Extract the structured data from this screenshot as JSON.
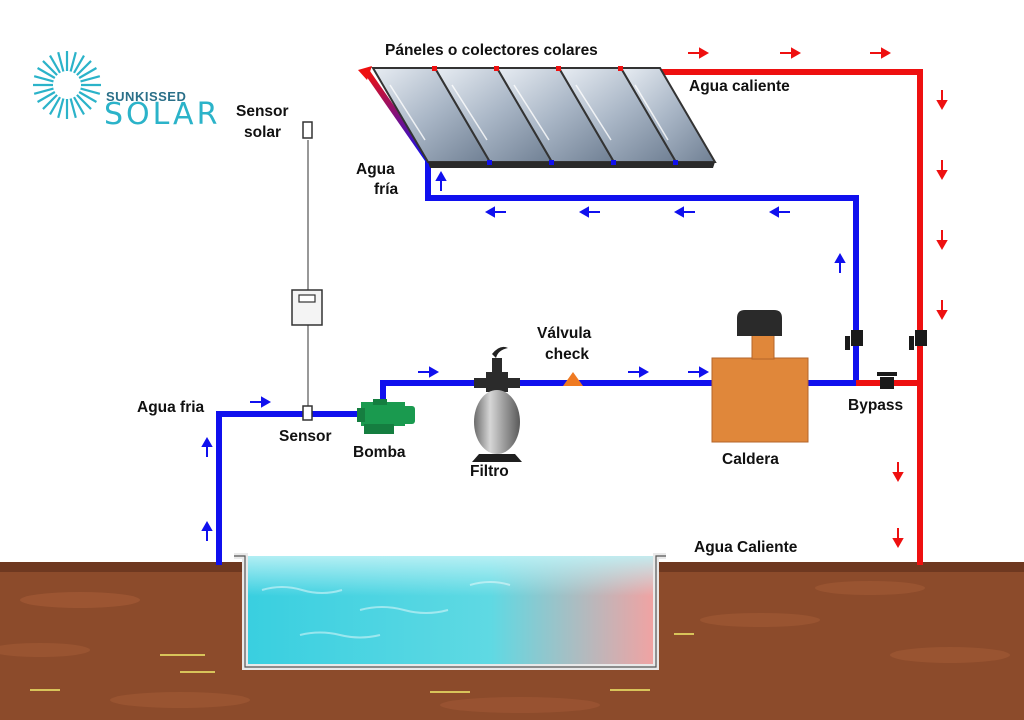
{
  "brand": {
    "name_top": "SUNKISSED",
    "name_bottom": "SOLAR",
    "color": "#2bb3c9"
  },
  "labels": {
    "panels": "Páneles o colectores colares",
    "hot_water_top": "Agua caliente",
    "cold_water_panel_1": "Agua",
    "cold_water_panel_2": "fría",
    "solar_sensor_1": "Sensor",
    "solar_sensor_2": "solar",
    "check_valve_1": "Válvula",
    "check_valve_2": "check",
    "cold_water_left": "Agua fria",
    "sensor": "Sensor",
    "pump": "Bomba",
    "filter": "Filtro",
    "heater": "Caldera",
    "bypass": "Bypass",
    "hot_water_bottom": "Agua Caliente"
  },
  "colors": {
    "cold_pipe": "#1010ee",
    "hot_pipe": "#ee1010",
    "pump": "#1a9a4f",
    "heater": "#e0873a",
    "water": "#4fd6e0",
    "ground": "#8a4a2a"
  }
}
